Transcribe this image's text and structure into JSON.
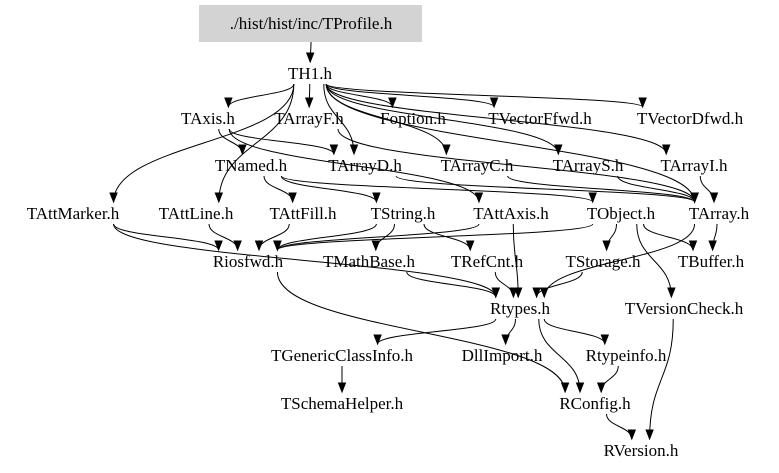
{
  "colors": {
    "background": "#ffffff",
    "text": "#000000",
    "edge": "#000000",
    "root_fill": "#d3d3d3"
  },
  "graph": {
    "root": "./hist/hist/inc/TProfile.h",
    "nodes": [
      {
        "id": "tprofile",
        "label": "./hist/hist/inc/TProfile.h"
      },
      {
        "id": "th1",
        "label": "TH1.h"
      },
      {
        "id": "taxis",
        "label": "TAxis.h"
      },
      {
        "id": "tarrayf",
        "label": "TArrayF.h"
      },
      {
        "id": "foption",
        "label": "Foption.h"
      },
      {
        "id": "tvectorffwd",
        "label": "TVectorFfwd.h"
      },
      {
        "id": "tvectordfwd",
        "label": "TVectorDfwd.h"
      },
      {
        "id": "tnamed",
        "label": "TNamed.h"
      },
      {
        "id": "tarrayd",
        "label": "TArrayD.h"
      },
      {
        "id": "tarrayc",
        "label": "TArrayC.h"
      },
      {
        "id": "tarrays",
        "label": "TArrayS.h"
      },
      {
        "id": "tarrayi",
        "label": "TArrayI.h"
      },
      {
        "id": "tattmarker",
        "label": "TAttMarker.h"
      },
      {
        "id": "tattline",
        "label": "TAttLine.h"
      },
      {
        "id": "tattfill",
        "label": "TAttFill.h"
      },
      {
        "id": "tstring",
        "label": "TString.h"
      },
      {
        "id": "tattaxis",
        "label": "TAttAxis.h"
      },
      {
        "id": "tobject",
        "label": "TObject.h"
      },
      {
        "id": "tarray",
        "label": "TArray.h"
      },
      {
        "id": "riosfwd",
        "label": "Riosfwd.h"
      },
      {
        "id": "tmathbase",
        "label": "TMathBase.h"
      },
      {
        "id": "trefcnt",
        "label": "TRefCnt.h"
      },
      {
        "id": "tstorage",
        "label": "TStorage.h"
      },
      {
        "id": "tbuffer",
        "label": "TBuffer.h"
      },
      {
        "id": "rtypes",
        "label": "Rtypes.h"
      },
      {
        "id": "tversioncheck",
        "label": "TVersionCheck.h"
      },
      {
        "id": "tgenericclassinfo",
        "label": "TGenericClassInfo.h"
      },
      {
        "id": "dllimport",
        "label": "DllImport.h"
      },
      {
        "id": "rtypeinfo",
        "label": "Rtypeinfo.h"
      },
      {
        "id": "tschemahelper",
        "label": "TSchemaHelper.h"
      },
      {
        "id": "rconfig",
        "label": "RConfig.h"
      },
      {
        "id": "rversion",
        "label": "RVersion.h"
      }
    ],
    "edges": [
      {
        "from": "tprofile",
        "to": "th1"
      },
      {
        "from": "th1",
        "to": "taxis"
      },
      {
        "from": "th1",
        "to": "tarrayf"
      },
      {
        "from": "th1",
        "to": "foption"
      },
      {
        "from": "th1",
        "to": "tvectorffwd"
      },
      {
        "from": "th1",
        "to": "tvectordfwd"
      },
      {
        "from": "th1",
        "to": "tattmarker"
      },
      {
        "from": "th1",
        "to": "tattline"
      },
      {
        "from": "th1",
        "to": "tarrayd"
      },
      {
        "from": "th1",
        "to": "tarrayc"
      },
      {
        "from": "th1",
        "to": "tarrays"
      },
      {
        "from": "th1",
        "to": "tarrayi"
      },
      {
        "from": "th1",
        "to": "tarray"
      },
      {
        "from": "taxis",
        "to": "tnamed"
      },
      {
        "from": "taxis",
        "to": "tattaxis"
      },
      {
        "from": "taxis",
        "to": "tarrayd"
      },
      {
        "from": "tnamed",
        "to": "tattfill"
      },
      {
        "from": "tnamed",
        "to": "tstring"
      },
      {
        "from": "tnamed",
        "to": "tobject"
      },
      {
        "from": "tarrayf",
        "to": "tarray"
      },
      {
        "from": "tarrayd",
        "to": "tarray"
      },
      {
        "from": "tarrayc",
        "to": "tarray"
      },
      {
        "from": "tarrays",
        "to": "tarray"
      },
      {
        "from": "tarrayi",
        "to": "tarray"
      },
      {
        "from": "tattmarker",
        "to": "riosfwd"
      },
      {
        "from": "tattmarker",
        "to": "rtypes"
      },
      {
        "from": "tattline",
        "to": "riosfwd"
      },
      {
        "from": "tattfill",
        "to": "riosfwd"
      },
      {
        "from": "tstring",
        "to": "tmathbase"
      },
      {
        "from": "tstring",
        "to": "trefcnt"
      },
      {
        "from": "tstring",
        "to": "riosfwd"
      },
      {
        "from": "tattaxis",
        "to": "riosfwd"
      },
      {
        "from": "tattaxis",
        "to": "rtypes"
      },
      {
        "from": "tobject",
        "to": "tstorage"
      },
      {
        "from": "tobject",
        "to": "tbuffer"
      },
      {
        "from": "tobject",
        "to": "riosfwd"
      },
      {
        "from": "tobject",
        "to": "tversioncheck"
      },
      {
        "from": "tarray",
        "to": "tbuffer"
      },
      {
        "from": "tarray",
        "to": "rtypes"
      },
      {
        "from": "tmathbase",
        "to": "rtypes"
      },
      {
        "from": "trefcnt",
        "to": "rtypes"
      },
      {
        "from": "tstorage",
        "to": "rtypes"
      },
      {
        "from": "riosfwd",
        "to": "rconfig"
      },
      {
        "from": "rtypes",
        "to": "tgenericclassinfo"
      },
      {
        "from": "rtypes",
        "to": "dllimport"
      },
      {
        "from": "rtypes",
        "to": "rtypeinfo"
      },
      {
        "from": "rtypes",
        "to": "rconfig"
      },
      {
        "from": "tgenericclassinfo",
        "to": "tschemahelper"
      },
      {
        "from": "rtypeinfo",
        "to": "rconfig"
      },
      {
        "from": "rconfig",
        "to": "rversion"
      },
      {
        "from": "tversioncheck",
        "to": "rversion"
      }
    ]
  }
}
